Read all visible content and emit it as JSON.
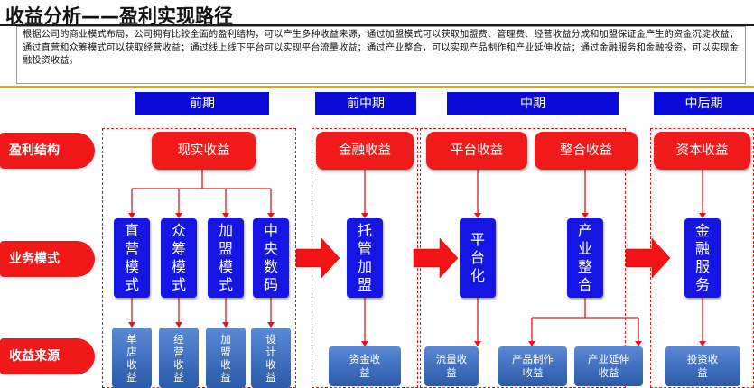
{
  "title": "收益分析——盈利实现路径",
  "intro": "根据公司的商业模式布局，公司拥有比较全面的盈利结构，可以产生多种收益来源，通过加盟模式可以获取加盟费、管理费、经营收益分成和加盟保证金产生的资金沉淀收益；通过直营和众筹模式可以获取经营收益；通过线上线下平台可以实现平台流量收益；通过产业整合，可以实现产品制作和产业延伸收益；通过金融服务和金融投资，可以实现金融投资收益。",
  "phases": [
    "前期",
    "前中期",
    "中期",
    "中后期"
  ],
  "row_labels": [
    "盈利结构",
    "业务模式",
    "收益来源"
  ],
  "profit": {
    "early": "现实收益",
    "early_mid": "金融收益",
    "mid_a": "平台收益",
    "mid_b": "整合收益",
    "late": "资本收益"
  },
  "models": {
    "m1": "直营模式",
    "m2": "众筹模式",
    "m3": "加盟模式",
    "m4": "中央数码",
    "m5": "托管加盟",
    "m6": "平台化",
    "m7": "产业整合",
    "m8": "金融服务"
  },
  "sources": {
    "s1": "单店收益",
    "s2": "经营收益",
    "s3": "加盟收益",
    "s4": "设计收益",
    "s5": "资金收益",
    "s6": "流量收益",
    "s7": "产品制作收益",
    "s8": "产业延伸收益",
    "s9": "投资收益"
  },
  "colors": {
    "phase_blue": "#0b0bd9",
    "profit_red": "#f01a1a",
    "model_blue": "#1515e4",
    "source_blue": "#3a6ac0",
    "dashed_border": "#e01818"
  }
}
